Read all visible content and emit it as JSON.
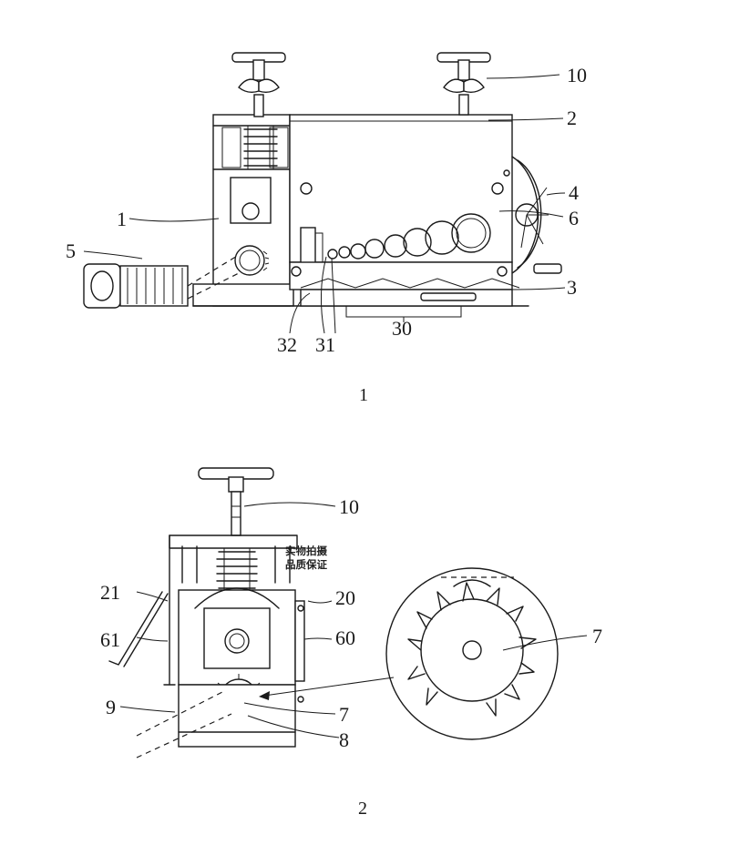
{
  "figure1": {
    "caption": "1",
    "labels": [
      "10",
      "2",
      "4",
      "6",
      "1",
      "5",
      "3",
      "32",
      "31",
      "30"
    ]
  },
  "figure2": {
    "caption": "2",
    "labels": [
      "10",
      "21",
      "20",
      "61",
      "60",
      "9",
      "7",
      "8",
      "7"
    ]
  },
  "stamp": {
    "line1": "实物拍摄",
    "line2": "品质保证"
  }
}
